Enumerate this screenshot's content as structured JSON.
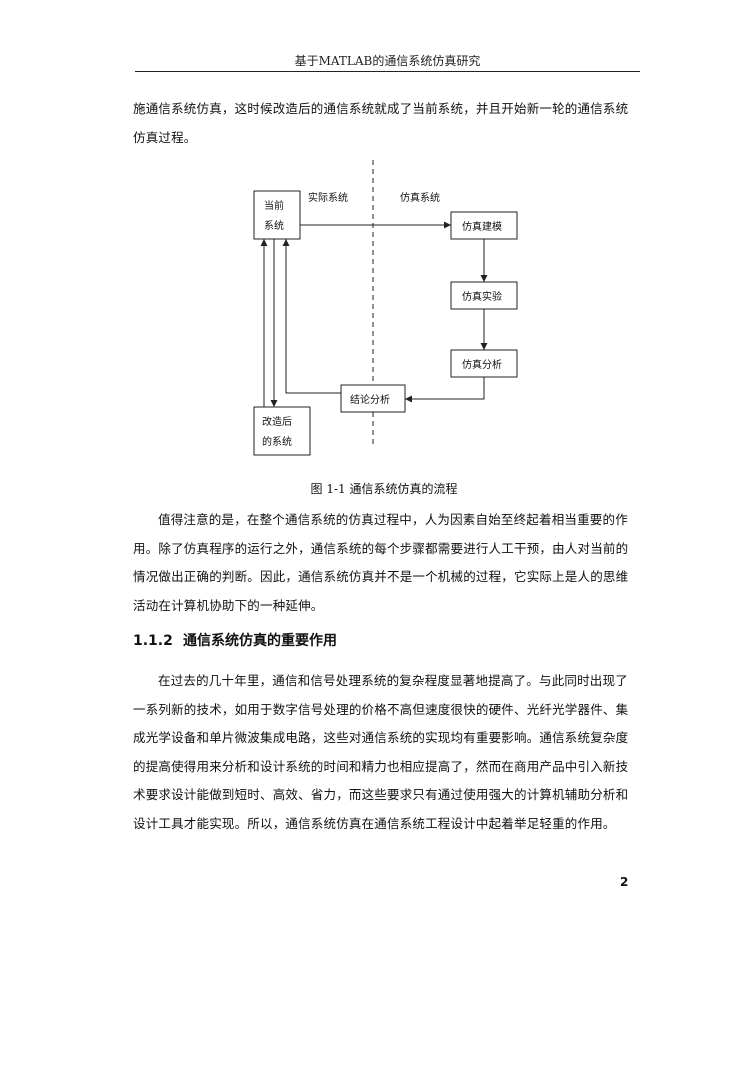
{
  "header": {
    "title": "基于MATLAB的通信系统仿真研究"
  },
  "paragraphs": {
    "p1": "施通信系统仿真，这时候改造后的通信系统就成了当前系统，并且开始新一轮的通信系统仿真过程。",
    "p2": "值得注意的是，在整个通信系统的仿真过程中，人为因素自始至终起着相当重要的作用。除了仿真程序的运行之外，通信系统的每个步骤都需要进行人工干预，由人对当前的情况做出正确的判断。因此，通信系统仿真并不是一个机械的过程，它实际上是人的思维活动在计算机协助下的一种延伸。",
    "p3": "在过去的几十年里，通信和信号处理系统的复杂程度显著地提高了。与此同时出现了一系列新的技术，如用于数字信号处理的价格不高但速度很快的硬件、光纤光学器件、集成光学设备和单片微波集成电路，这些对通信系统的实现均有重要影响。通信系统复杂度的提高使得用来分析和设计系统的时间和精力也相应提高了，然而在商用产品中引入新技术要求设计能做到短时、高效、省力，而这些要求只有通过使用强大的计算机辅助分析和设计工具才能实现。所以，通信系统仿真在通信系统工程设计中起着举足轻重的作用。"
  },
  "diagram": {
    "region_real": "实际系统",
    "region_sim": "仿真系统",
    "current_line1": "当前",
    "current_line2": "系统",
    "modeling": "仿真建模",
    "experiment": "仿真实验",
    "analysis": "仿真分析",
    "conclusion": "结论分析",
    "improved_line1": "改造后",
    "improved_line2": "的系统"
  },
  "caption": "图 1-1    通信系统仿真的流程",
  "section": {
    "number": "1.1.2",
    "title": "通信系统仿真的重要作用"
  },
  "page_number": "2"
}
